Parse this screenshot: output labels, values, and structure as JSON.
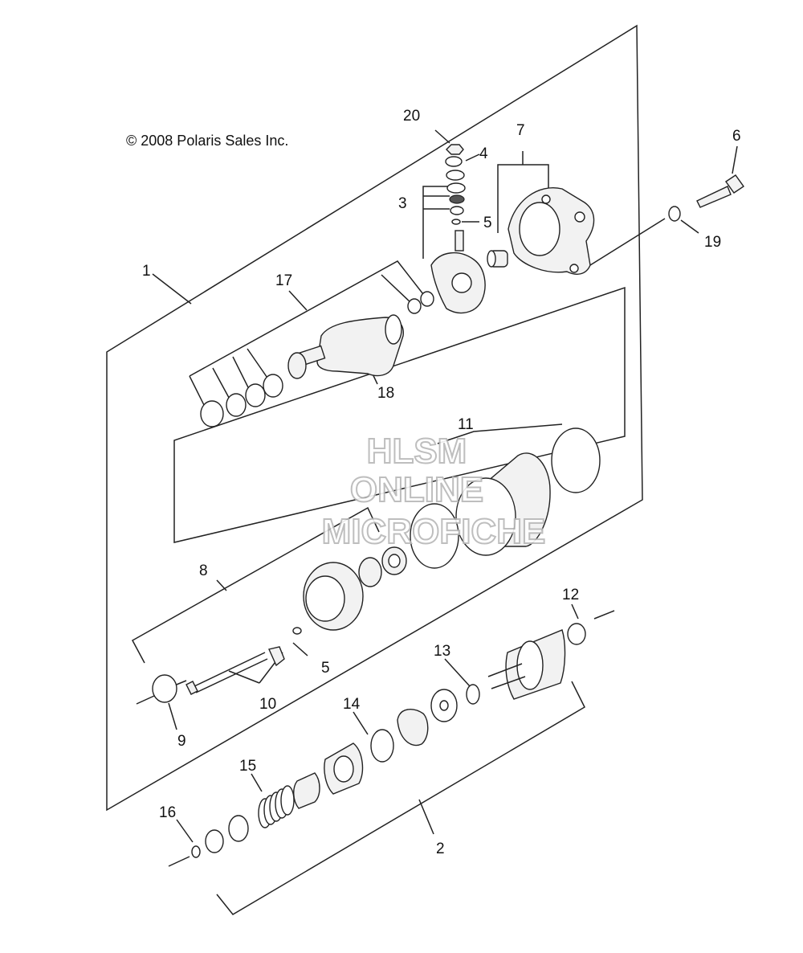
{
  "copyright": "© 2008 Polaris Sales Inc.",
  "watermark": {
    "line1": "HLSM",
    "line2": "ONLINE",
    "line3": "MICROFICHE"
  },
  "callouts": {
    "c1": "1",
    "c2": "2",
    "c3": "3",
    "c4": "4",
    "c5a": "5",
    "c5b": "5",
    "c6": "6",
    "c7": "7",
    "c8": "8",
    "c9": "9",
    "c10": "10",
    "c11": "11",
    "c12": "12",
    "c13": "13",
    "c14": "14",
    "c15": "15",
    "c16": "16",
    "c17": "17",
    "c18": "18",
    "c19": "19",
    "c20": "20"
  }
}
